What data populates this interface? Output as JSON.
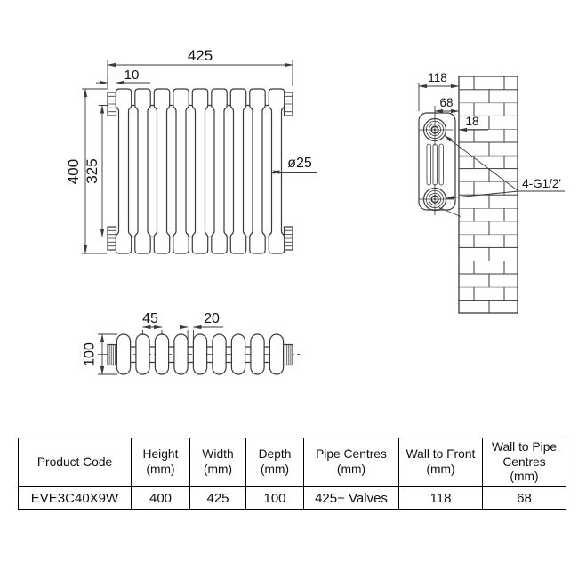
{
  "drawing": {
    "front_view": {
      "width": "425",
      "end_connection_width": "10",
      "height": "400",
      "vertical_pipe_centres": "325",
      "column_diameter": "ø25"
    },
    "side_view": {
      "wall_to_front": "118",
      "wall_to_pipe_centres": "68",
      "wall_to_back_gap": "18",
      "connections": "4-G1/2'"
    },
    "top_view": {
      "section_pitch": "45",
      "joint_width": "20",
      "depth": "100"
    },
    "colors": {
      "line": "#3a3a3a",
      "text": "#111111",
      "background": "#ffffff",
      "table_border": "#000000"
    }
  },
  "table": {
    "headers": [
      "Product Code",
      "Height\n(mm)",
      "Width\n(mm)",
      "Depth\n(mm)",
      "Pipe Centres\n(mm)",
      "Wall to Front\n(mm)",
      "Wall to Pipe Centres\n(mm)"
    ],
    "row": [
      "EVE3C40X9W",
      "400",
      "425",
      "100",
      "425+ Valves",
      "118",
      "68"
    ]
  }
}
